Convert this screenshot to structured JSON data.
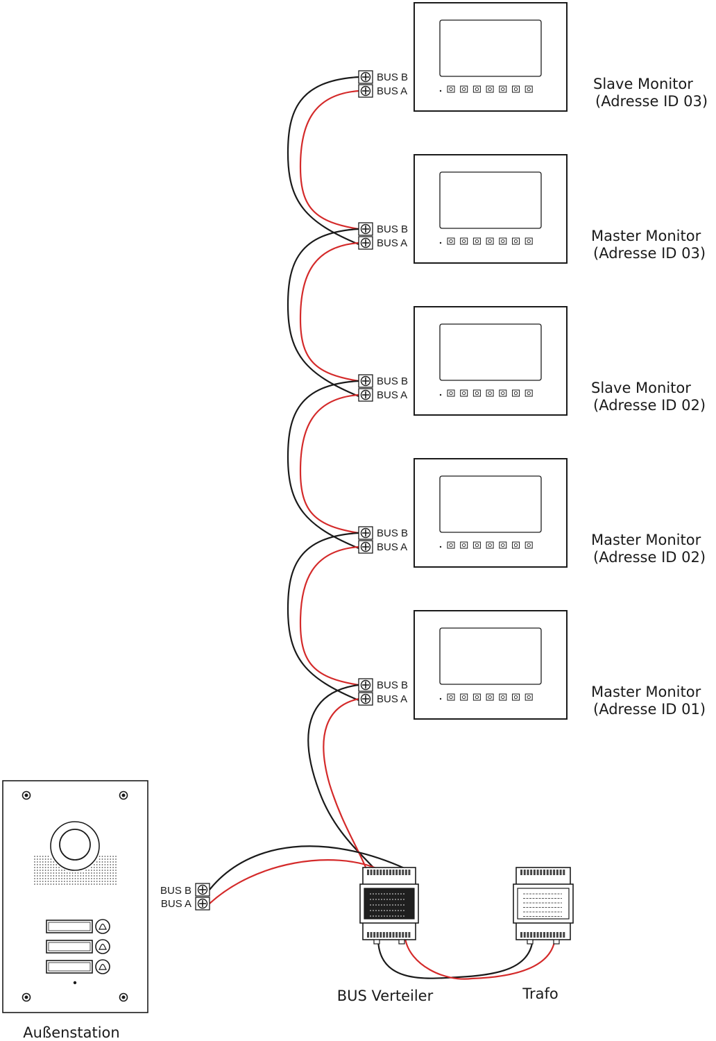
{
  "colors": {
    "wire_black": "#1a1a1a",
    "wire_red": "#d42a2a",
    "line": "#1a1a1a",
    "background": "#ffffff"
  },
  "terminals": {
    "bus_b": "BUS B",
    "bus_a": "BUS A"
  },
  "monitors": [
    {
      "title": "Slave Monitor",
      "address": "(Adresse ID 03)"
    },
    {
      "title": "Master Monitor",
      "address": "(Adresse ID 03)"
    },
    {
      "title": "Slave Monitor",
      "address": "(Adresse ID 02)"
    },
    {
      "title": "Master Monitor",
      "address": "(Adresse ID 02)"
    },
    {
      "title": "Master Monitor",
      "address": "(Adresse ID 01)"
    }
  ],
  "outdoor_station": {
    "label": "Außenstation"
  },
  "bus_distributor": {
    "label": "BUS Verteiler"
  },
  "transformer": {
    "label": "Trafo"
  },
  "icons": {
    "terminal": "screw-terminal-icon",
    "monitor_button": "monitor-button-icon",
    "bell": "bell-icon",
    "camera": "camera-lens-icon",
    "screw": "screw-icon"
  }
}
